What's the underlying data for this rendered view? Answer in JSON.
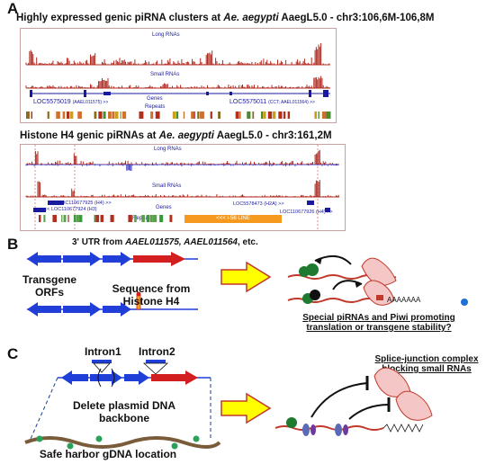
{
  "panelA": {
    "letter": "A",
    "title1_pre": "Highly expressed genic piRNA clusters at ",
    "title1_species": "Ae. aegypti",
    "title1_post": " AaegL5.0 - chr3:106,6M-106,8M",
    "track1": {
      "long_label": "Long RNAs",
      "small_label": "Small RNAs",
      "genes_label": "Genes",
      "repeats_label": "Repeats",
      "gene_left": "LOC5575019",
      "gene_left_sub": "(AAEL011575) >>",
      "gene_right": "LOC5575011",
      "gene_right_sub": "(CCT; AAEL011564) >>"
    },
    "title2_pre": "Histone H4 genic piRNAs at ",
    "title2_species": "Ae. aegypti",
    "title2_post": " AaegL5.0 - chr3:161,2M",
    "track2": {
      "long_label": "Long RNAs",
      "small_label": "Small RNAs",
      "genes_label": "Genes",
      "repeats_label": "Repeats",
      "gene1": "LOC110677925 (H4) >>",
      "gene2": "<< LOC110677924 (H3)",
      "gene3": "LOC5578473 (H2A) >>",
      "gene4": "LOC110677926 (H4) >>",
      "repeat_label": "<<< I-56 LINE"
    }
  },
  "panelB": {
    "letter": "B",
    "utr_pre": "3' UTR from ",
    "utr_genes": "AAEL011575, AAEL011564",
    "utr_post": ", etc.",
    "transgene_label_1": "Transgene",
    "transgene_label_2": "ORFs",
    "seq_label_1": "Sequence from",
    "seq_label_2": "Histone H4",
    "poly_a": "AAAAAAA",
    "caption_1": "Special piRNAs and Piwi promoting",
    "caption_2": "translation or transgene stability?"
  },
  "panelC": {
    "letter": "C",
    "intron1": "Intron1",
    "intron2": "Intron2",
    "delete_1": "Delete plasmid DNA",
    "delete_2": "backbone",
    "safe_harbor": "Safe harbor gDNA location",
    "caption_1": "Splice-junction complex",
    "caption_2": "blocking small RNAs"
  },
  "colors": {
    "signal_red": "#b0281e",
    "gene_blue": "#1a1aa0",
    "arrow_blue": "#1f3fd8",
    "arrow_red": "#d21e1e",
    "yellow_arrow": "#ffff00",
    "arrow_outline": "#c0392b",
    "piwi_green": "#1e7a2e",
    "line_orange": "#f5a623"
  }
}
